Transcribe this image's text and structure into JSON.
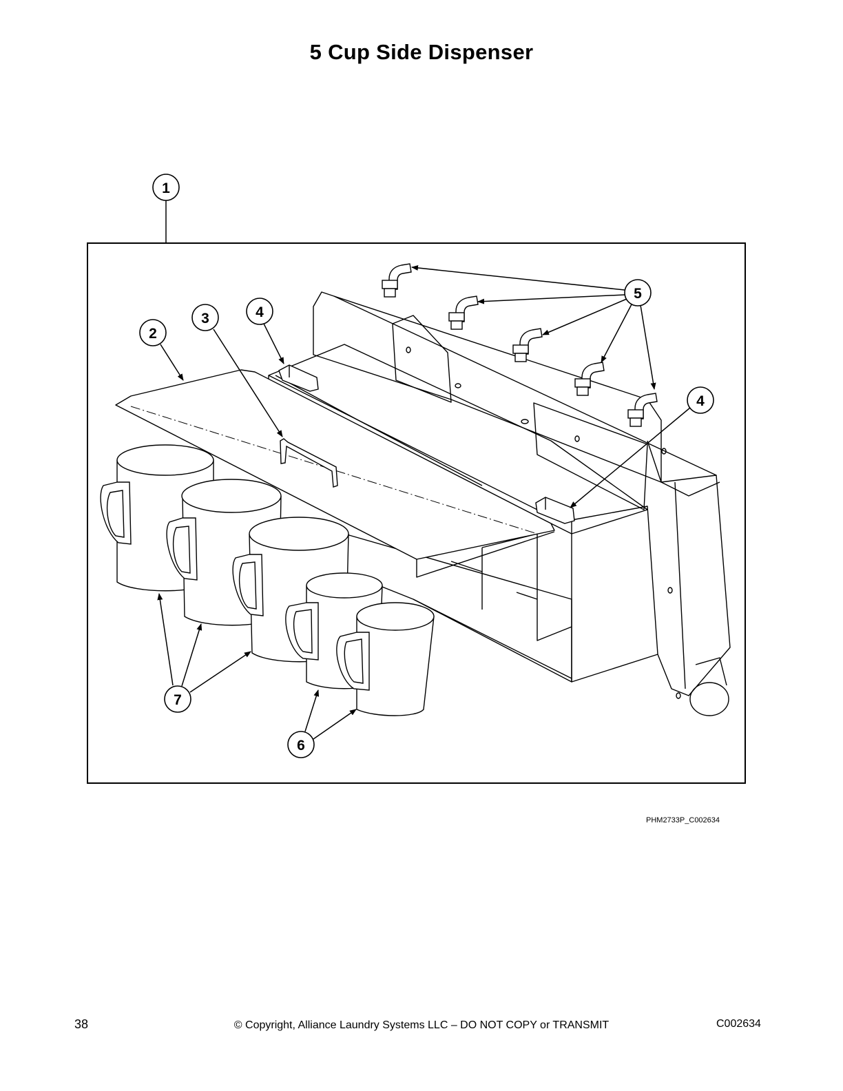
{
  "page": {
    "title": "5 Cup Side Dispenser",
    "figure_id": "PHM2733P_C002634",
    "page_number": "38",
    "copyright": "© Copyright, Alliance Laundry Systems LLC – DO NOT COPY or TRANSMIT",
    "doc_code": "C002634"
  },
  "callouts": [
    {
      "id": "callout-1",
      "label": "1"
    },
    {
      "id": "callout-2",
      "label": "2"
    },
    {
      "id": "callout-3",
      "label": "3"
    },
    {
      "id": "callout-4a",
      "label": "4"
    },
    {
      "id": "callout-4b",
      "label": "4"
    },
    {
      "id": "callout-5",
      "label": "5"
    },
    {
      "id": "callout-6",
      "label": "6"
    },
    {
      "id": "callout-7",
      "label": "7"
    }
  ]
}
